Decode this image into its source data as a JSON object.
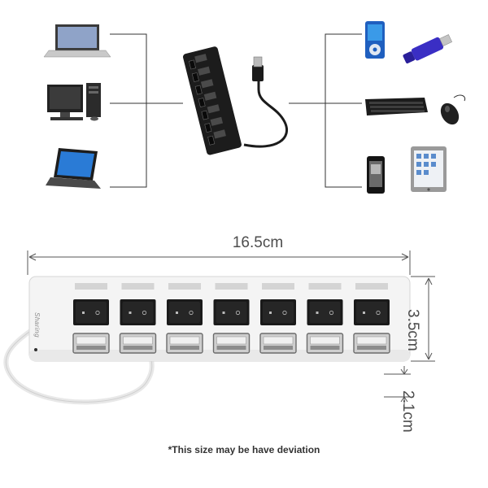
{
  "dimensions": {
    "length": "16.5cm",
    "height": "3.5cm",
    "thickness": "2.1cm"
  },
  "footnote": "*This size may be have deviation",
  "hub": {
    "port_count": 7,
    "body_color": "#f4f4f4",
    "switch_color": "#1a1a1a",
    "small_hub_color": "#1c1c1c"
  },
  "devices": {
    "left": [
      "laptop-icon",
      "desktop-pc-icon",
      "tablet-keyboard-icon"
    ],
    "right": [
      "mp3-player-icon",
      "usb-flash-drive-icon",
      "keyboard-icon",
      "mouse-icon",
      "smartphone-icon",
      "tablet-icon"
    ]
  }
}
